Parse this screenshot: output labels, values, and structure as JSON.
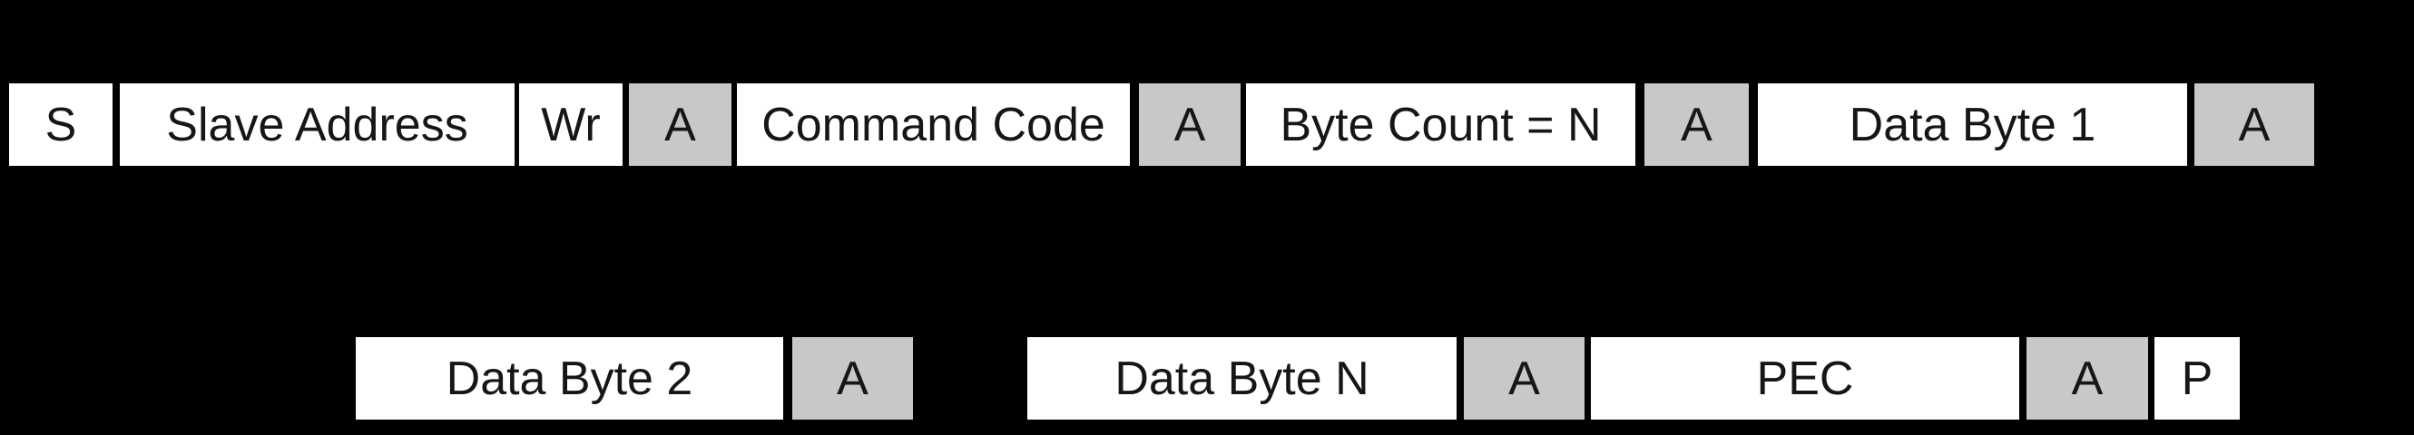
{
  "colors": {
    "background": "#000000",
    "field_fill": "#ffffff",
    "ack_fill": "#c8c8c8",
    "text": "#161616"
  },
  "diagram": {
    "type": "protocol-frame-diagram",
    "rows": [
      {
        "cells": [
          {
            "label": "S",
            "shaded": false
          },
          {
            "label": "Slave Address",
            "shaded": false
          },
          {
            "label": "Wr",
            "shaded": false
          },
          {
            "label": "A",
            "shaded": true
          },
          {
            "label": "Command Code",
            "shaded": false
          },
          {
            "label": "A",
            "shaded": true
          },
          {
            "label": "Byte Count = N",
            "shaded": false
          },
          {
            "label": "A",
            "shaded": true
          },
          {
            "label": "Data Byte 1",
            "shaded": false
          },
          {
            "label": "A",
            "shaded": true
          }
        ]
      },
      {
        "cells": [
          {
            "label": "Data Byte 2",
            "shaded": false
          },
          {
            "label": "A",
            "shaded": true
          },
          {
            "label": "Data Byte N",
            "shaded": false
          },
          {
            "label": "A",
            "shaded": true
          },
          {
            "label": "PEC",
            "shaded": false
          },
          {
            "label": "A",
            "shaded": true
          },
          {
            "label": "P",
            "shaded": false
          }
        ]
      }
    ]
  }
}
